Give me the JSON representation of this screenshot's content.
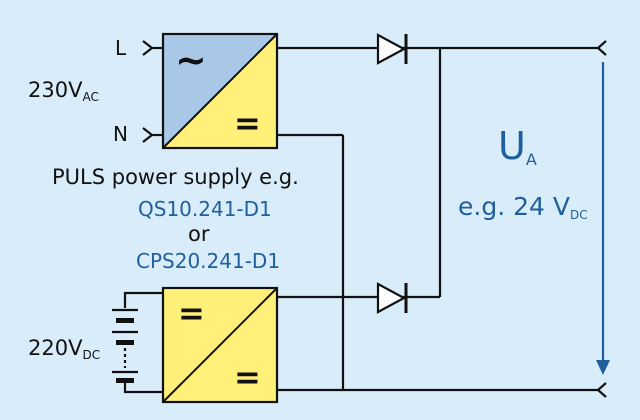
{
  "diagram": {
    "ac_input": {
      "l_label": "L",
      "n_label": "N",
      "voltage": "230V",
      "voltage_sub": "AC"
    },
    "dc_input": {
      "voltage": "220V",
      "voltage_sub": "DC"
    },
    "caption": {
      "line1": "PULS power supply e.g.",
      "model1": "QS10.241-D1",
      "or": "or",
      "model2": "CPS20.241-D1"
    },
    "output": {
      "symbol": "U",
      "symbol_sub": "A",
      "value_prefix": "e.g. 24 V",
      "value_sub": "DC"
    },
    "converter_symbols": {
      "ac": "~",
      "dc": "="
    },
    "colors": {
      "background": "#d9ecf9",
      "ac_box": "#a9c8e8",
      "dc_box": "#fff07a",
      "wire": "#111111",
      "accent": "#1f5f9e"
    }
  }
}
